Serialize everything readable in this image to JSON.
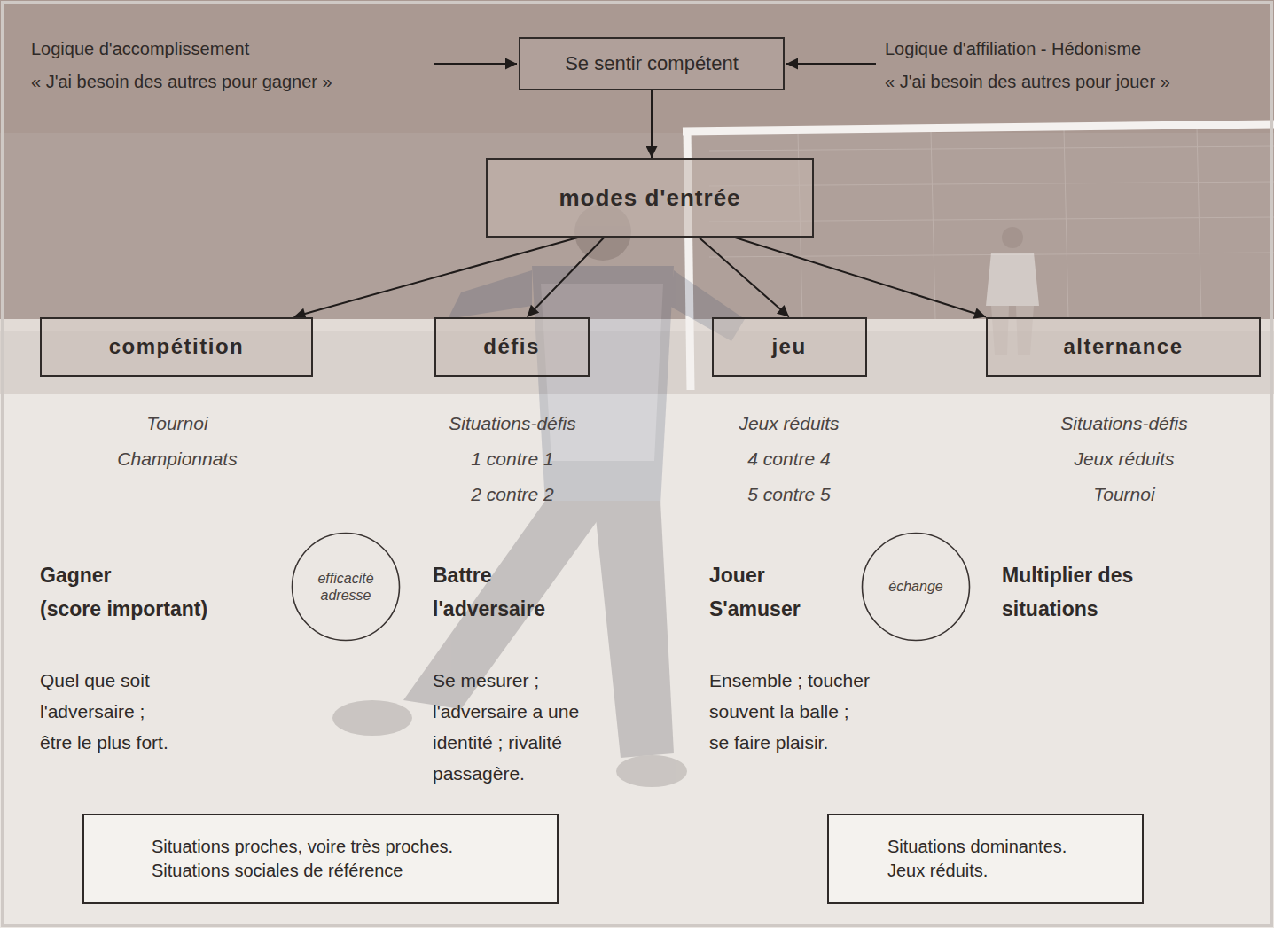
{
  "diagram": {
    "nodes": [
      {
        "text": [
          "Se sentir compétent"
        ]
      },
      {
        "text": [
          "modes d'entrée"
        ]
      },
      {
        "text": [
          "compétition"
        ]
      },
      {
        "text": [
          "défis"
        ]
      },
      {
        "text": [
          "jeu"
        ]
      },
      {
        "text": [
          "alternance"
        ]
      },
      {
        "text": [
          "efficacité adresse"
        ]
      },
      {
        "text": [
          "échange"
        ]
      },
      {
        "text": [
          "Situations proches, voire très proches. Situations sociales de référence"
        ]
      },
      {
        "text": [
          "Situations dominantes. Jeux réduits."
        ]
      }
    ],
    "edges": [
      {
        "from": 0,
        "to": 1,
        "arrow": "to"
      },
      {
        "from": 1,
        "to": 2,
        "arrow": "to"
      },
      {
        "from": 1,
        "to": 3,
        "arrow": "to"
      },
      {
        "from": 1,
        "to": 4,
        "arrow": "to"
      },
      {
        "from": 1,
        "to": 5,
        "arrow": "to"
      }
    ],
    "labels": [
      "Logique d'accomplissement",
      "« J'ai besoin des autres pour gagner »",
      "Logique d'affiliation - Hédonisme",
      "« J'ai besoin des autres pour jouer »",
      "Tournoi",
      "Championnats",
      "Situations-défis",
      "1 contre 1",
      "2 contre 2",
      "Jeux réduits",
      "4 contre 4",
      "5 contre 5",
      "Situations-défis",
      "Jeux réduits",
      "Tournoi",
      "Gagner",
      "(score important)",
      "Battre l'adversaire",
      "Jouer S'amuser",
      "Multiplier des situations",
      "Quel que soit l'adversaire ; être le plus fort.",
      "Se mesurer ; l'adversaire a une identité ; rivalité passagère.",
      "Ensemble ; toucher souvent la balle ; se faire plaisir."
    ]
  }
}
